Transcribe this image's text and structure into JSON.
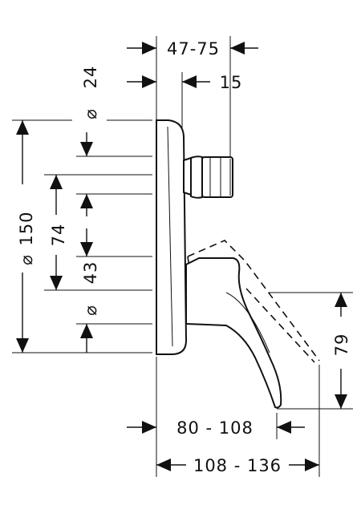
{
  "dimensions": {
    "depth_range": "47-75",
    "wall_plate_thickness": "24",
    "handle_offset": "15",
    "plate_diameter": "150",
    "centre_distance": "74",
    "outlet_diameter": "43",
    "spout_drop": "79",
    "spout_reach_min": "80 - 108",
    "spout_reach_max": "108 - 136"
  },
  "symbols": {
    "diameter": "⌀"
  }
}
